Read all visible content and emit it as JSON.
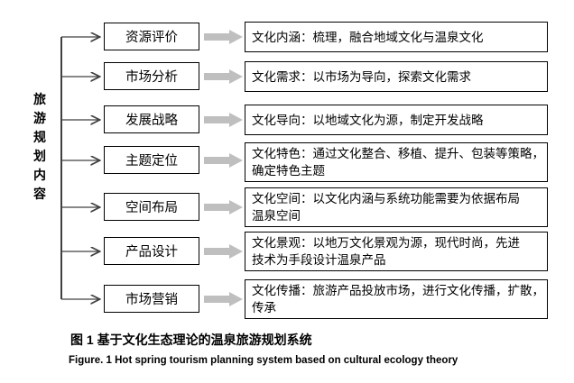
{
  "figure": {
    "left_label": "旅游规划内容",
    "rows": [
      {
        "mid": "资源评价",
        "line1": "文化内涵：梳理，融合地域文化与温泉文化",
        "line2": ""
      },
      {
        "mid": "市场分析",
        "line1": "文化需求：以市场为导向，探索文化需求",
        "line2": ""
      },
      {
        "mid": "发展战略",
        "line1": "文化导向：以地域文化为源，制定开发战略",
        "line2": ""
      },
      {
        "mid": "主题定位",
        "line1": "文化特色：通过文化整合、移植、提升、包装等策略，",
        "line2": "确定特色主题"
      },
      {
        "mid": "空间布局",
        "line1": "文化空间：以文化内涵与系统功能需要为依据布局",
        "line2": "温泉空间"
      },
      {
        "mid": "产品设计",
        "line1": "文化景观：以地万文化景观为源，现代时尚，先进",
        "line2": "技术为手段设计温泉产品"
      },
      {
        "mid": "市场营销",
        "line1": "文化传播：旅游产品投放市场，进行文化传播，扩散，",
        "line2": "传承"
      }
    ],
    "captions": {
      "zh": "图 1 基于文化生态理论的温泉旅游规划系统",
      "en": "Figure. 1 Hot spring tourism planning system based on cultural ecology theory"
    },
    "colors": {
      "block_arrow": "#bfbfbf",
      "connector": "#404040",
      "box_border": "#000000",
      "background": "#ffffff"
    }
  }
}
